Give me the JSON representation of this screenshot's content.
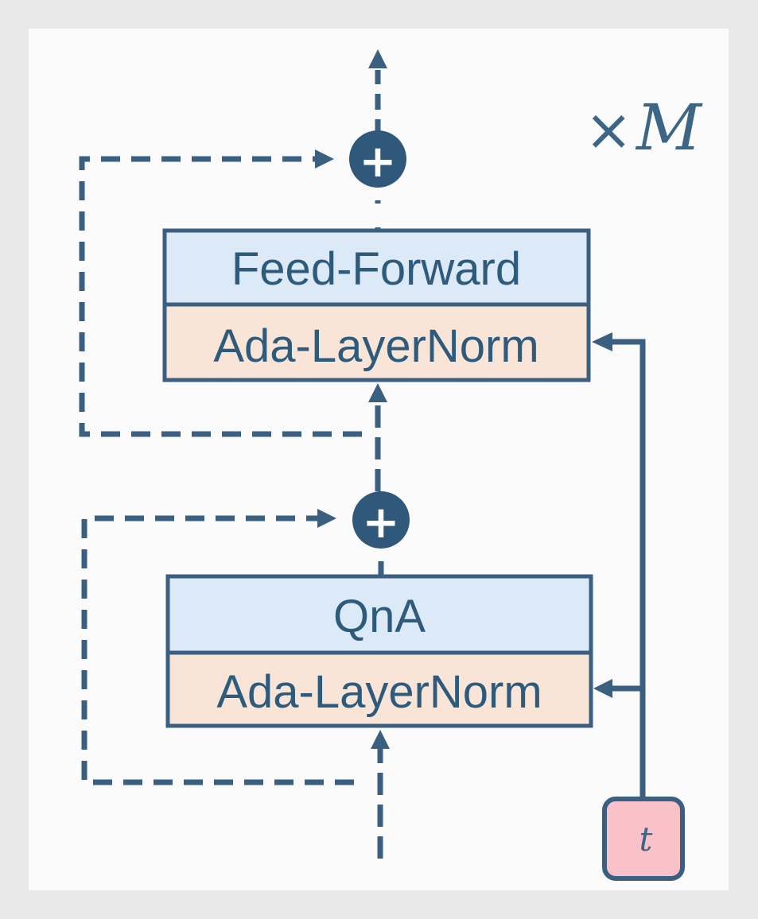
{
  "repeat_label": "×M",
  "repeat_symbol": "×",
  "repeat_var": "M",
  "upper_block": {
    "top_box": "Feed-Forward",
    "bottom_box": "Ada-LayerNorm"
  },
  "lower_block": {
    "top_box": "QnA",
    "bottom_box": "Ada-LayerNorm"
  },
  "adders": [
    "+",
    "+"
  ],
  "time_input": "t",
  "colors": {
    "stroke": "#3a5f80",
    "box_blue": "#dce9f6",
    "box_peach": "#f9e4d8",
    "time_pink": "#f9c1c8",
    "frame": "#e9e9e9",
    "canvas": "#fbfbfb"
  }
}
